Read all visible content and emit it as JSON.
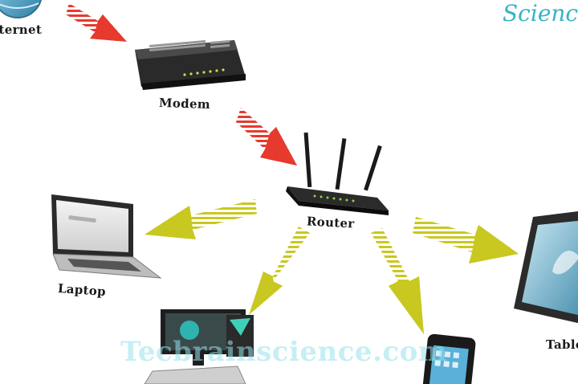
{
  "nodes": {
    "internet": {
      "label": "Internet"
    },
    "modem": {
      "label": "Modem"
    },
    "router": {
      "label": "Router"
    },
    "laptop": {
      "label": "Laptop"
    },
    "tablet": {
      "label": "Tablet"
    }
  },
  "edges": [
    {
      "from": "internet",
      "to": "modem",
      "color": "#e63a2e"
    },
    {
      "from": "modem",
      "to": "router",
      "color": "#e63a2e"
    },
    {
      "from": "router",
      "to": "laptop",
      "color": "#c8c820"
    },
    {
      "from": "router",
      "to": "desktop",
      "color": "#c8c820"
    },
    {
      "from": "router",
      "to": "smartphone",
      "color": "#c8c820"
    },
    {
      "from": "router",
      "to": "tablet",
      "color": "#c8c820"
    }
  ],
  "brand": {
    "text": "Science"
  },
  "watermark": {
    "text": "Tecbrainscience.com"
  },
  "colors": {
    "wired_arrow": "#e63a2e",
    "wireless_arrow": "#c8c820",
    "brand": "#35b3c4"
  }
}
